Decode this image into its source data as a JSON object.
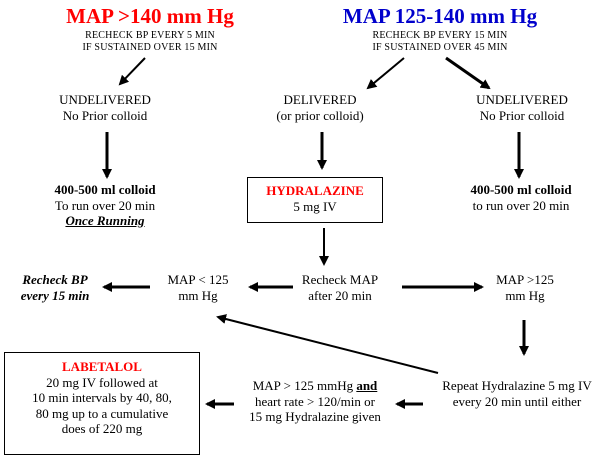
{
  "colors": {
    "red": "#ff0000",
    "blue": "#0000cc",
    "line": "#000000"
  },
  "header_left": {
    "title": "MAP >140 mm Hg",
    "line1": "RECHECK BP EVERY 5 MIN",
    "line2": "IF SUSTAINED OVER 15 MIN"
  },
  "header_right": {
    "title": "MAP 125-140 mm Hg",
    "line1": "RECHECK BP EVERY 15 MIN",
    "line2": "IF SUSTAINED OVER 45 MIN"
  },
  "undelivered_left": {
    "line1": "UNDELIVERED",
    "line2": "No Prior colloid"
  },
  "delivered": {
    "line1": "DELIVERED",
    "line2": "(or prior colloid)"
  },
  "undelivered_right": {
    "line1": "UNDELIVERED",
    "line2": "No Prior colloid"
  },
  "colloid_left": {
    "line1": "400-500 ml colloid",
    "line2": "To run over 20 min",
    "line3": "Once Running"
  },
  "hydralazine": {
    "line1": "HYDRALAZINE",
    "line2": "5 mg IV"
  },
  "colloid_right": {
    "line1": "400-500 ml colloid",
    "line2": "to run over 20 min"
  },
  "recheck_bp": {
    "line1": "Recheck BP",
    "line2": "every 15 min"
  },
  "map_low": {
    "line1": "MAP < 125",
    "line2": "mm Hg"
  },
  "recheck_map": {
    "line1": "Recheck MAP",
    "line2": "after 20 min"
  },
  "map_high": {
    "line1": "MAP >125",
    "line2": "mm Hg"
  },
  "labetalol": {
    "title": "LABETALOL",
    "line1": "20 mg IV followed at",
    "line2": "10 min intervals by 40, 80,",
    "line3": "80 mg up to a cumulative",
    "line4": "does of 220 mg"
  },
  "criteria": {
    "line1a": "MAP > 125 mmHg ",
    "line1b": "and",
    "line2": "heart rate > 120/min or",
    "line3": "15 mg Hydralazine given"
  },
  "repeat_hydralazine": {
    "line1": "Repeat Hydralazine 5 mg IV",
    "line2": "every 20 min until either"
  }
}
